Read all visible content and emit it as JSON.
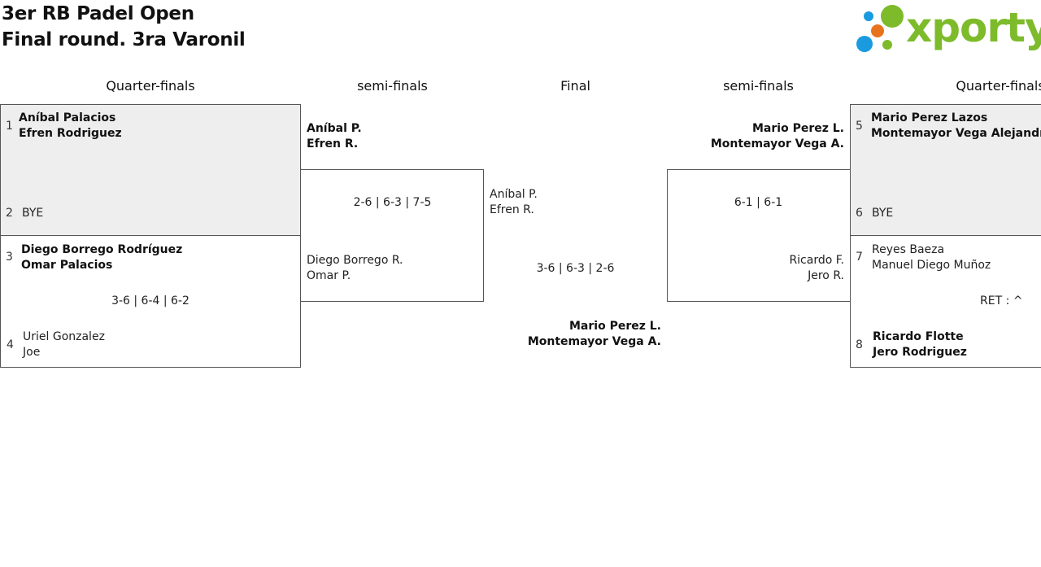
{
  "header": {
    "title": "3er RB Padel Open",
    "subtitle": "Final round. 3ra Varonil",
    "logo_text": "xporty",
    "logo_colors": [
      "#1a9be0",
      "#e8731c",
      "#7dbb2b"
    ]
  },
  "rounds": {
    "qf_left": "Quarter-finals",
    "sf_left": "semi-finals",
    "final": "Final",
    "sf_right": "semi-finals",
    "qf_right": "Quarter-finals"
  },
  "qf": {
    "m1": {
      "seed_a": "1",
      "a1": "Aníbal Palacios",
      "a2": "Efren Rodriguez",
      "seed_b": "2",
      "b1": "BYE"
    },
    "m2": {
      "seed_a": "3",
      "a1": "Diego Borrego Rodríguez",
      "a2": "Omar Palacios",
      "score": "3-6 | 6-4 | 6-2",
      "seed_b": "4",
      "b1": "Uriel Gonzalez",
      "b2": "Joe"
    },
    "m3": {
      "seed_a": "5",
      "a1": "Mario Perez Lazos",
      "a2": "Montemayor Vega Alejandro",
      "seed_b": "6",
      "b1": "BYE"
    },
    "m4": {
      "seed_a": "7",
      "a1": "Reyes Baeza",
      "a2": "Manuel Diego Muñoz",
      "score": "RET : ^",
      "seed_b": "8",
      "b1": "Ricardo Flotte",
      "b2": "Jero Rodriguez"
    }
  },
  "sf": {
    "left": {
      "a1": "Aníbal P.",
      "a2": "Efren R.",
      "score": "2-6 | 6-3 | 7-5",
      "b1": "Diego Borrego R.",
      "b2": "Omar P."
    },
    "right": {
      "a1": "Mario Perez L.",
      "a2": "Montemayor Vega A.",
      "score": "6-1 | 6-1",
      "b1": "Ricardo F.",
      "b2": "Jero R."
    }
  },
  "final": {
    "a1": "Aníbal P.",
    "a2": "Efren R.",
    "score": "3-6 | 6-3 | 2-6",
    "b1": "Mario Perez L.",
    "b2": "Montemayor Vega A."
  }
}
